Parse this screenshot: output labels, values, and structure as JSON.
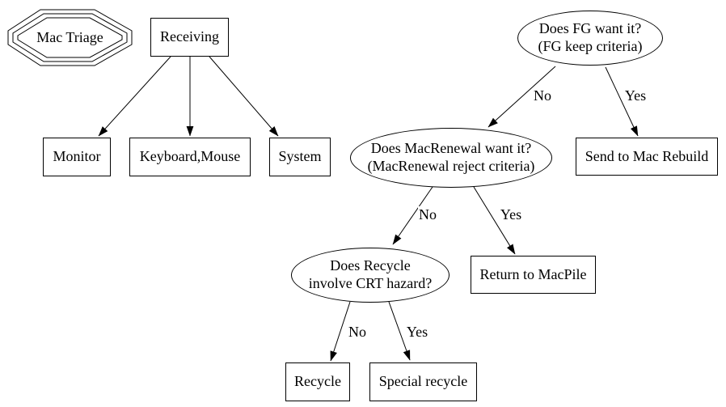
{
  "diagram": {
    "type": "flowchart",
    "title": "Mac Triage",
    "colors": {
      "stroke": "#000000",
      "text": "#000000",
      "background": "#ffffff"
    },
    "nodes": {
      "mac_triage": {
        "label": "Mac Triage",
        "shape": "tripleoctagon"
      },
      "receiving": {
        "label": "Receiving",
        "shape": "box"
      },
      "monitor": {
        "label": "Monitor",
        "shape": "box"
      },
      "keyboard_mouse": {
        "label": "Keyboard,Mouse",
        "shape": "box"
      },
      "system": {
        "label": "System",
        "shape": "box"
      },
      "fg_question": {
        "label": "Does FG want it?\n(FG keep criteria)",
        "shape": "ellipse"
      },
      "macrenewal_question": {
        "label": "Does MacRenewal want it?\n(MacRenewal reject criteria)",
        "shape": "ellipse"
      },
      "send_to_mac_rebuild": {
        "label": "Send to Mac Rebuild",
        "shape": "box"
      },
      "crt_question": {
        "label": "Does Recycle\ninvolve CRT hazard?",
        "shape": "ellipse"
      },
      "return_to_macpile": {
        "label": "Return to MacPile",
        "shape": "box"
      },
      "recycle": {
        "label": "Recycle",
        "shape": "box"
      },
      "special_recycle": {
        "label": "Special recycle",
        "shape": "box"
      }
    },
    "edges": [
      {
        "from": "receiving",
        "to": "monitor",
        "label": ""
      },
      {
        "from": "receiving",
        "to": "keyboard_mouse",
        "label": ""
      },
      {
        "from": "receiving",
        "to": "system",
        "label": ""
      },
      {
        "from": "fg_question",
        "to": "macrenewal_question",
        "label": "No"
      },
      {
        "from": "fg_question",
        "to": "send_to_mac_rebuild",
        "label": "Yes"
      },
      {
        "from": "macrenewal_question",
        "to": "crt_question",
        "label": "No"
      },
      {
        "from": "macrenewal_question",
        "to": "return_to_macpile",
        "label": "Yes"
      },
      {
        "from": "crt_question",
        "to": "recycle",
        "label": "No"
      },
      {
        "from": "crt_question",
        "to": "special_recycle",
        "label": "Yes"
      }
    ]
  }
}
